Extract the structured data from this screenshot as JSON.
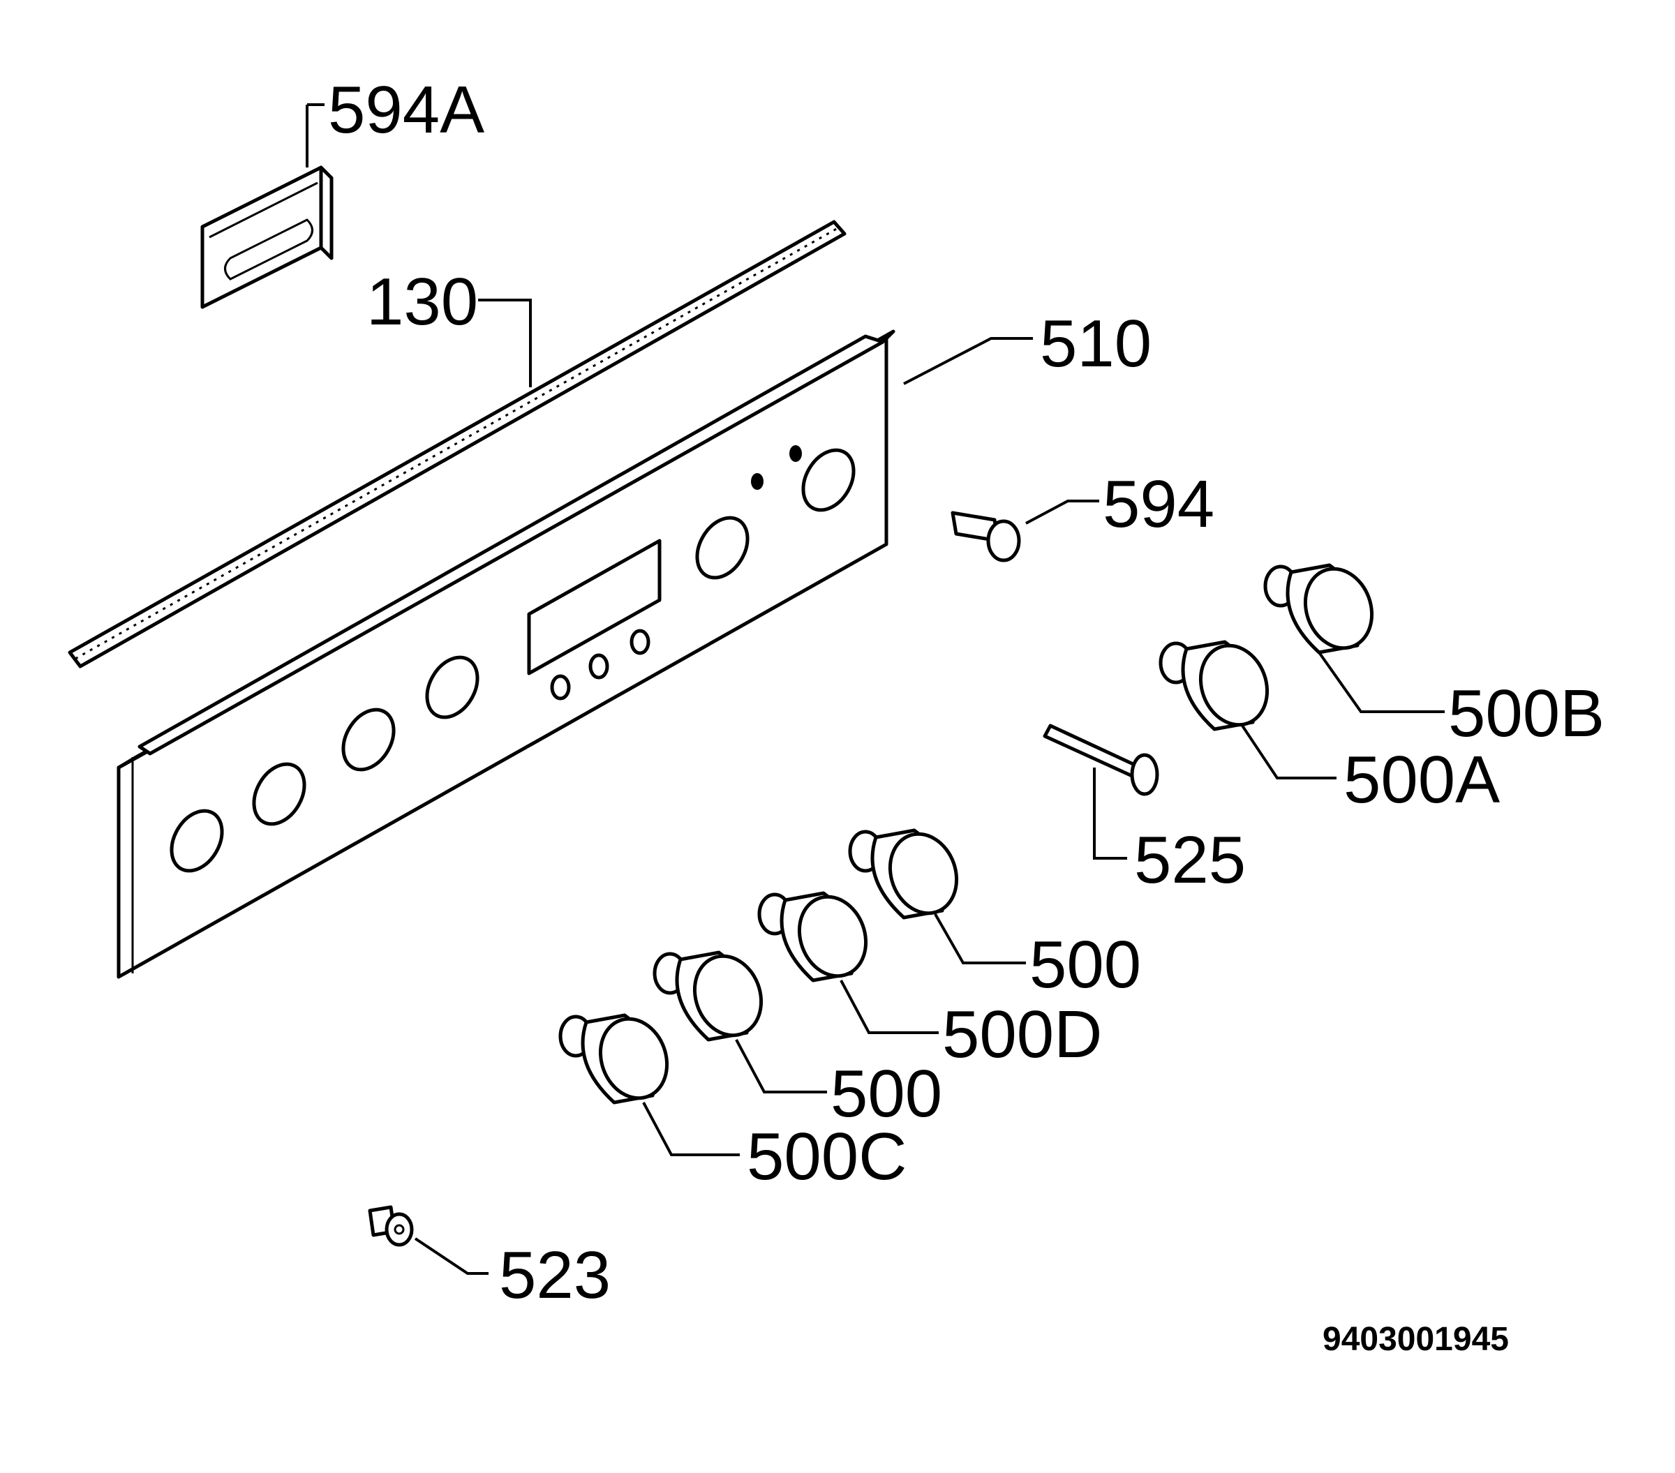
{
  "labels": {
    "p594A": "594A",
    "p130": "130",
    "p510": "510",
    "p594": "594",
    "p500B": "500B",
    "p500A": "500A",
    "p525": "525",
    "p500_1": "500",
    "p500D": "500D",
    "p500_2": "500",
    "p500C": "500C",
    "p523": "523"
  },
  "diagram_code": "9403001945"
}
